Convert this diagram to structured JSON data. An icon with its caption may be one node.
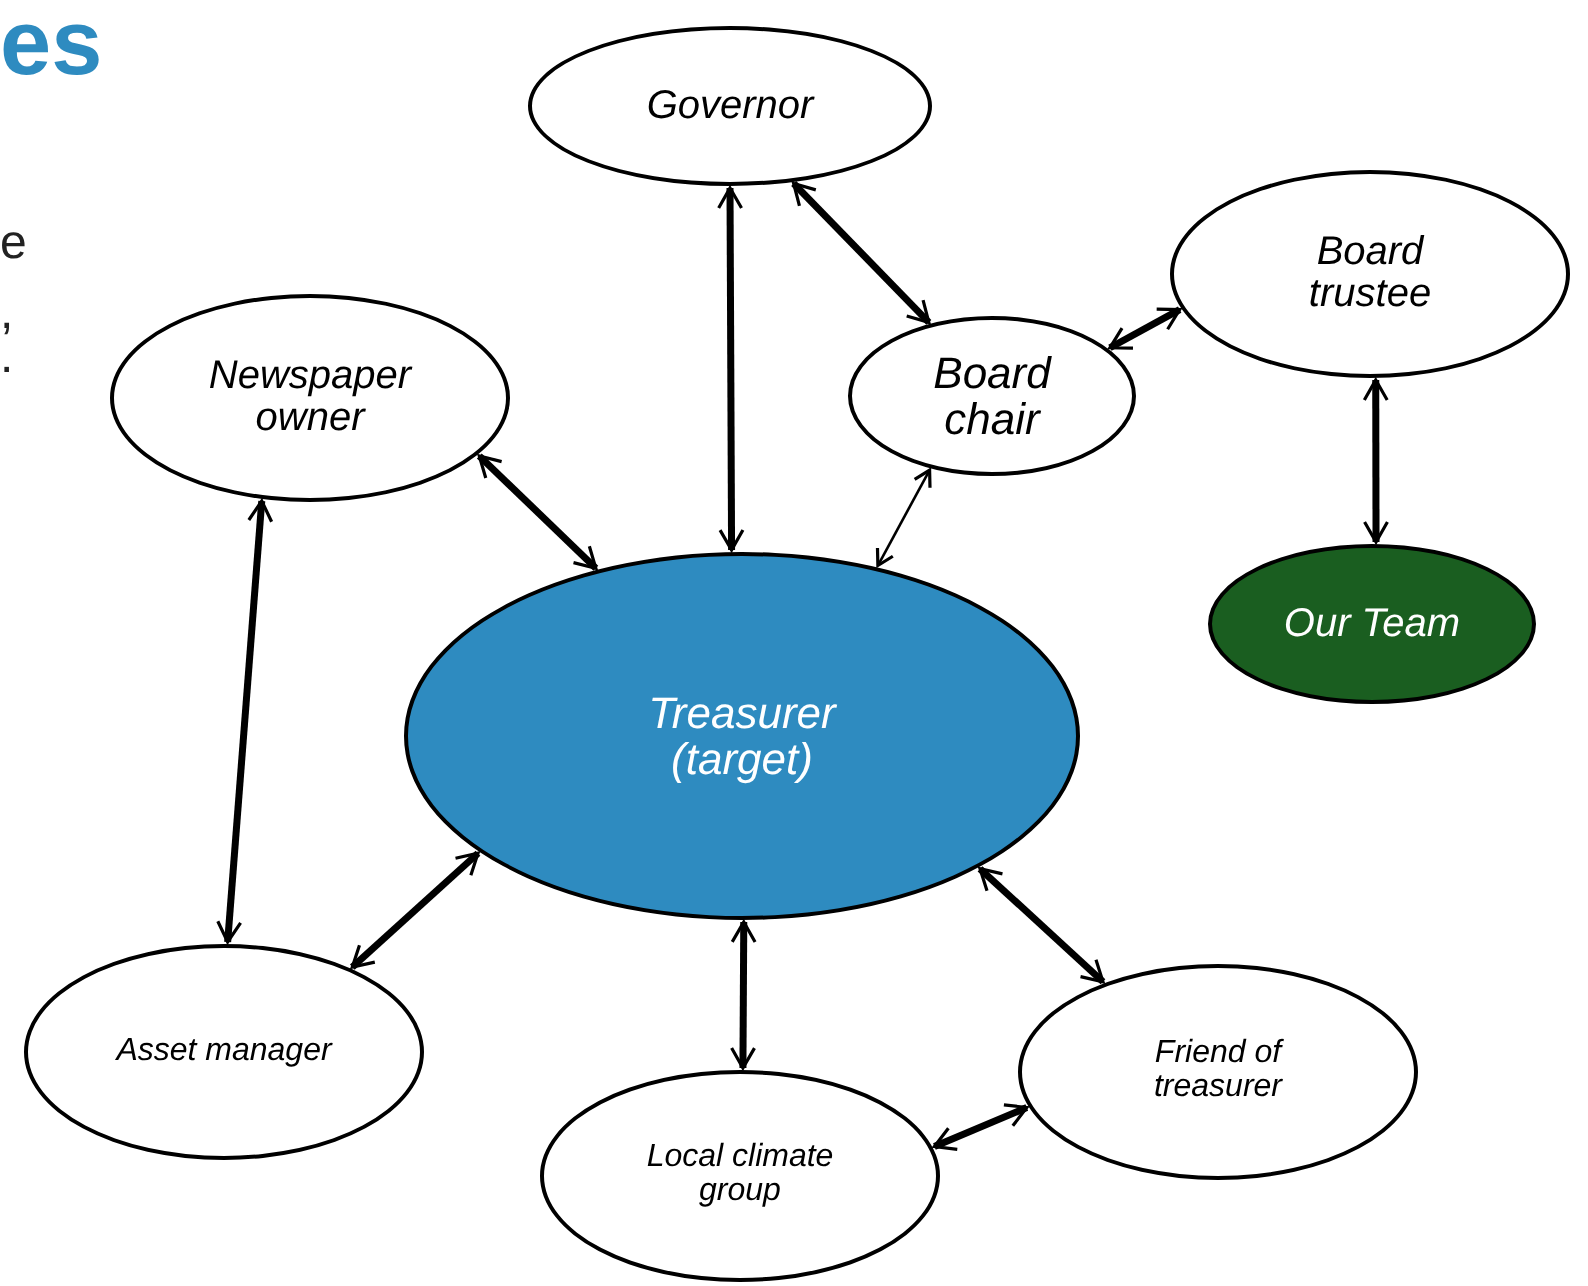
{
  "diagram": {
    "title": "es",
    "nodes": [
      {
        "text": [
          "Governor"
        ]
      },
      {
        "text": [
          "Board trustee"
        ]
      },
      {
        "text": [
          "Newspaper owner"
        ]
      },
      {
        "text": [
          "Board chair"
        ]
      },
      {
        "text": [
          "Our Team"
        ]
      },
      {
        "text": [
          "Treasurer (target)"
        ]
      },
      {
        "text": [
          "Asset manager"
        ]
      },
      {
        "text": [
          "Friend of treasurer"
        ]
      },
      {
        "text": [
          "Local climate group"
        ]
      }
    ],
    "edges": [
      {
        "from": 0,
        "to": 5,
        "arrow": "both"
      },
      {
        "from": 0,
        "to": 3,
        "arrow": "both"
      },
      {
        "from": 3,
        "to": 1,
        "arrow": "both"
      },
      {
        "from": 1,
        "to": 4,
        "arrow": "both"
      },
      {
        "from": 2,
        "to": 5,
        "arrow": "both"
      },
      {
        "from": 3,
        "to": 5,
        "arrow": "both"
      },
      {
        "from": 2,
        "to": 6,
        "arrow": "both"
      },
      {
        "from": 6,
        "to": 5,
        "arrow": "both"
      },
      {
        "from": 5,
        "to": 8,
        "arrow": "both"
      },
      {
        "from": 5,
        "to": 7,
        "arrow": "both"
      },
      {
        "from": 8,
        "to": 7,
        "arrow": "both"
      }
    ],
    "labels": [
      "e",
      ",",
      "."
    ]
  }
}
